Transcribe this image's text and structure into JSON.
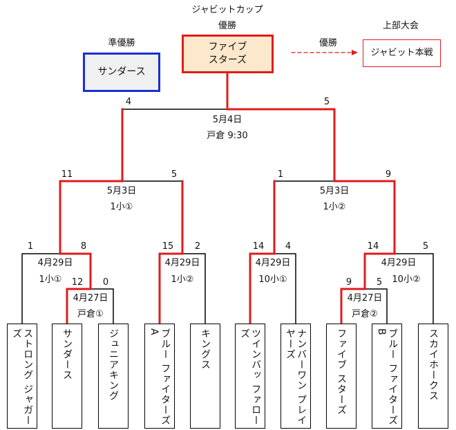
{
  "header": {
    "cup_name": "ジャビットカップ",
    "champion_label": "優勝"
  },
  "champion": {
    "line1": "ファイブ",
    "line2": "スターズ"
  },
  "runner_up": {
    "label": "準優勝",
    "name": "サンダース"
  },
  "upper": {
    "label": "上部大会",
    "arrow_label": "優勝",
    "name": "ジャビット本戦"
  },
  "final": {
    "date": "5月4日",
    "venue": "戸倉 9:30",
    "score_left": "4",
    "score_right": "5"
  },
  "semis": [
    {
      "date": "5月3日",
      "venue": "1小①",
      "score_left": "11",
      "score_right": "5"
    },
    {
      "date": "5月3日",
      "venue": "1小②",
      "score_left": "1",
      "score_right": "9"
    }
  ],
  "quarters": [
    {
      "date": "4月29日",
      "venue": "1小①",
      "score_left": "1",
      "score_right": "8"
    },
    {
      "date": "4月29日",
      "venue": "1小②",
      "score_left": "15",
      "score_right": "2"
    },
    {
      "date": "4月29日",
      "venue": "10小①",
      "score_left": "14",
      "score_right": "4"
    },
    {
      "date": "4月29日",
      "venue": "10小②",
      "score_left": "14",
      "score_right": "5"
    }
  ],
  "prelims": [
    {
      "date": "4月27日",
      "venue": "戸倉①",
      "score_left": "12",
      "score_right": "0"
    },
    {
      "date": "4月27日",
      "venue": "戸倉②",
      "score_left": "9",
      "score_right": "5"
    }
  ],
  "teams": [
    {
      "name": "ストロング ジャガーズ"
    },
    {
      "name": "サンダース"
    },
    {
      "name": "ジュニアキング"
    },
    {
      "name": "ブルー ファイターズA"
    },
    {
      "name": "キングス"
    },
    {
      "name": "ツインバッ ファローズ"
    },
    {
      "name": "ナンバーワン プレイヤーズ"
    },
    {
      "name": "ファイブ スターズ"
    },
    {
      "name": "ブルー ファイターズB"
    },
    {
      "name": "スカイホークス"
    }
  ],
  "colors": {
    "winner_line": "#e11b1b",
    "runner_up_border": "#1a2fd0",
    "champion_fill": "#fce8cc",
    "runner_up_fill": "#f0f0f0",
    "line": "#000000"
  }
}
